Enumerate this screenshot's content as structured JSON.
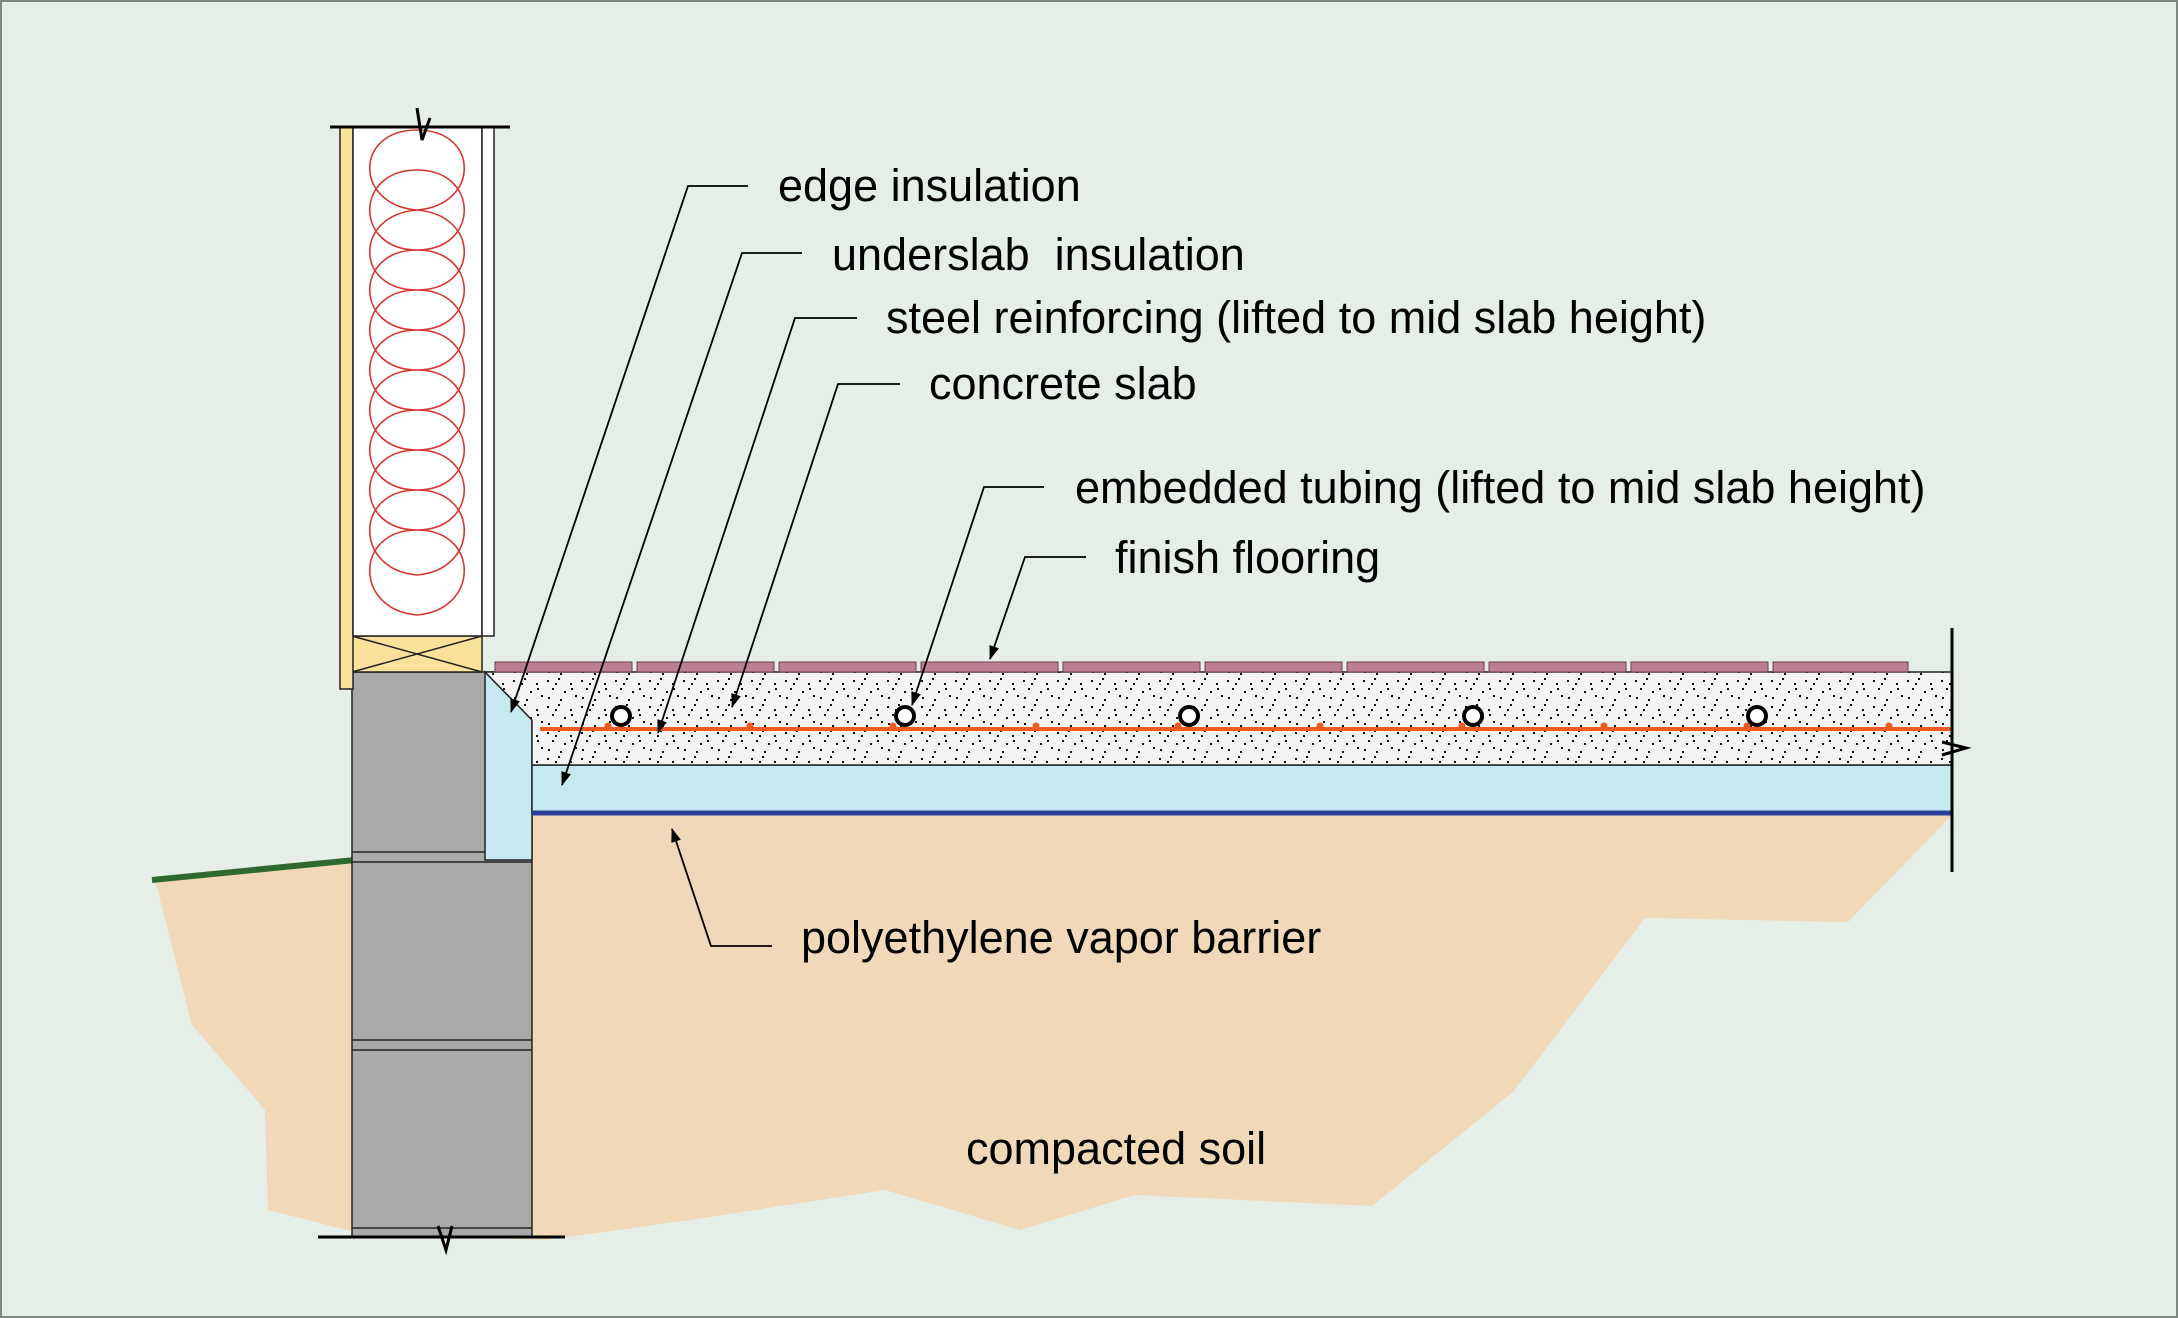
{
  "labels": {
    "edge_insulation": "edge insulation",
    "underslab_insulation": "underslab  insulation",
    "steel_reinforcing": "steel reinforcing (lifted to mid slab height)",
    "concrete_slab": "concrete slab",
    "embedded_tubing": "embedded tubing (lifted to mid slab height)",
    "finish_flooring": "finish flooring",
    "vapor_barrier": "polyethylene vapor barrier",
    "compacted_soil": "compacted soil"
  },
  "colors": {
    "background": "#e5eee7",
    "soil": "#f0d8b8",
    "concrete": "#f2f2f2",
    "insulation": "#c6e8f1",
    "vapor_barrier": "#2c3f9a",
    "tubing_line": "#f05a1e",
    "flooring": "#bd7d93",
    "block": "#a9a9a9",
    "wood": "#fbe29b",
    "batt_insulation": "#d5372f",
    "grass": "#2e6a2f"
  }
}
